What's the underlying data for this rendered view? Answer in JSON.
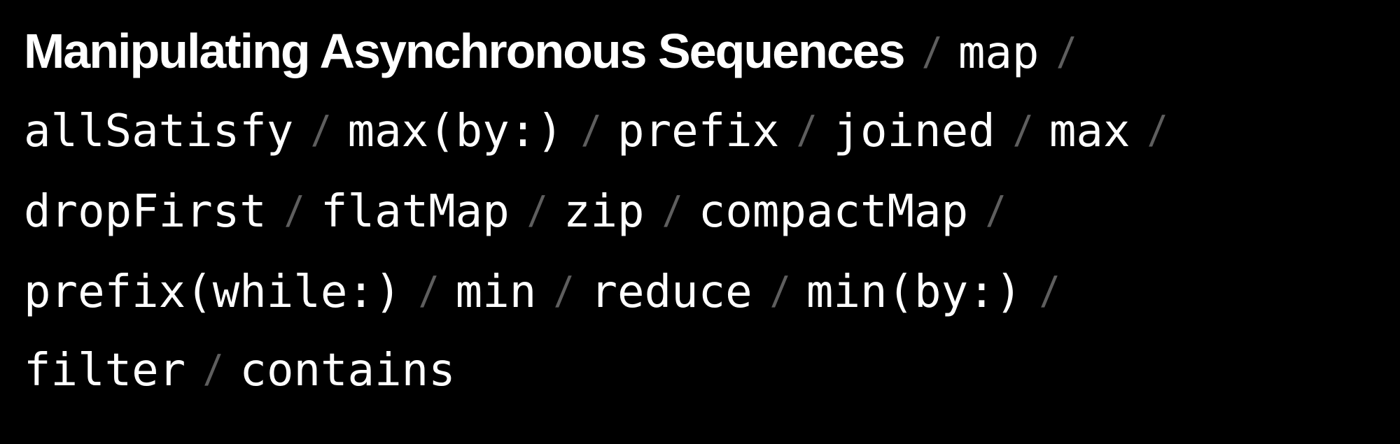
{
  "title": "Manipulating Asynchronous Sequences",
  "separator": "/",
  "operations": [
    "map",
    "allSatisfy",
    "max(by:)",
    "prefix",
    "joined",
    "max",
    "dropFirst",
    "flatMap",
    "zip",
    "compactMap",
    "prefix(while:)",
    "min",
    "reduce",
    "min(by:)",
    "filter",
    "contains"
  ],
  "colors": {
    "background": "#000000",
    "text": "#ffffff",
    "separator": "#5e5e5e"
  }
}
